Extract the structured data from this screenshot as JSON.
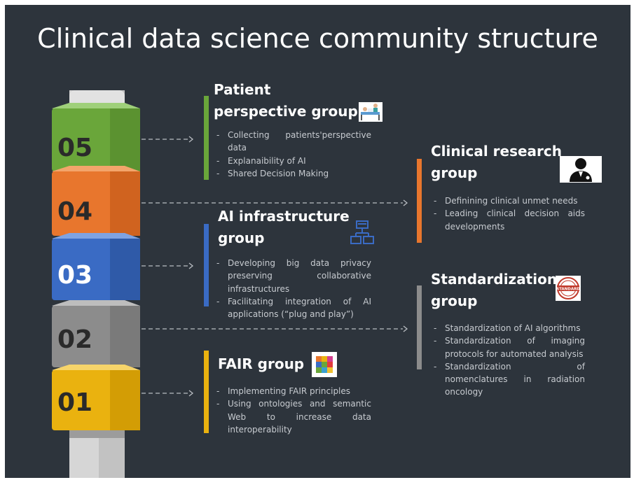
{
  "title": "Clinical data science community structure",
  "levels": [
    "05",
    "04",
    "03",
    "02",
    "01"
  ],
  "colors": {
    "background": "#2d343c",
    "green": "#6aa63a",
    "orange": "#e8762d",
    "blue": "#3a6bc4",
    "gray": "#8c8c8c",
    "gold": "#eab20f",
    "pillar": "#d4d4d4"
  },
  "groups": {
    "patient": {
      "title": "Patient perspective group",
      "icon": "patient-bed-icon",
      "items": [
        "Collecting patients'perspective data",
        "Explanaibility of AI",
        "Shared Decision Making"
      ]
    },
    "clinical": {
      "title": "Clinical research group",
      "icon": "doctor-icon",
      "items": [
        "Definining clinical unmet needs",
        "Leading clinical decision aids developments"
      ]
    },
    "ai": {
      "title": "AI infrastructure group",
      "icon": "server-network-icon",
      "items": [
        "Developing big data privacy preserving collaborative infrastructures",
        "Facilitating integration of AI applications (“plug and play”)"
      ]
    },
    "standard": {
      "title": "Standardization group",
      "icon": "standard-stamp-icon",
      "icon_text": "STANDARD",
      "items": [
        "Standardization of AI algorithms",
        "Standardization of imaging protocols for automated analysis",
        "Standardization of nomenclatures in radiation oncology"
      ]
    },
    "fair": {
      "title": "FAIR group",
      "icon": "puzzle-icon",
      "items": [
        "Implementing FAIR principles",
        "Using ontologies and semantic Web to increase data interoperability"
      ]
    }
  }
}
